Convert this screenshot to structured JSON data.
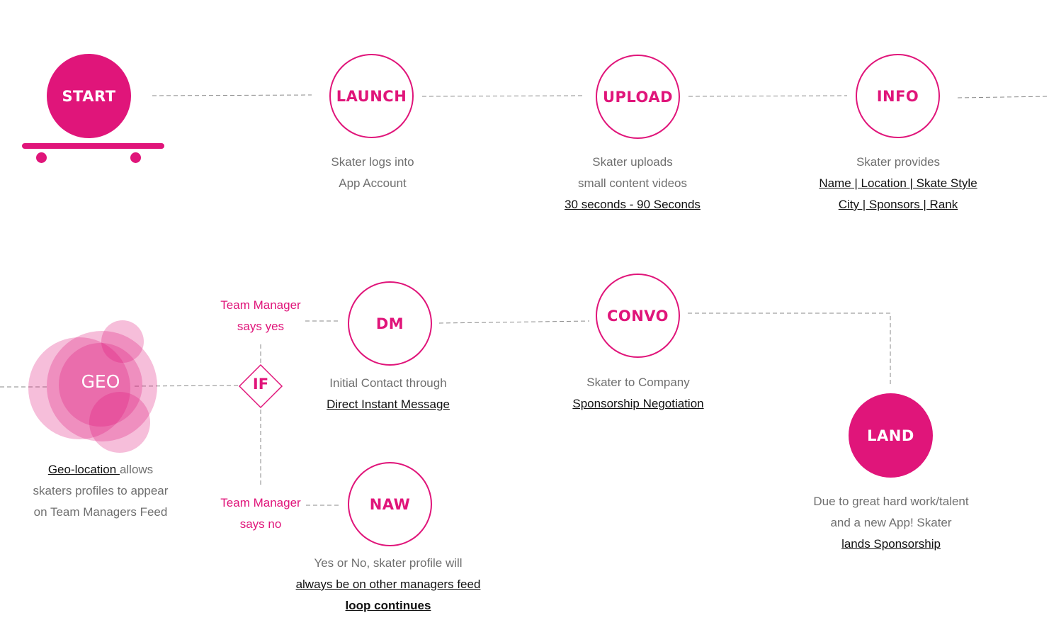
{
  "colors": {
    "accent": "#e0157a",
    "text": "#6f6f6f",
    "link": "#111111",
    "geo_pink_light": "#f6bad7",
    "geo_pink_mid": "#eb80b5"
  },
  "nodes": {
    "start": "START",
    "launch": "LAUNCH",
    "upload": "UPLOAD",
    "info": "INFO",
    "geo": "GEO",
    "if": "IF",
    "dm": "DM",
    "convo": "CONVO",
    "naw": "NAW",
    "land": "LAND"
  },
  "descriptions": {
    "launch": {
      "line1": "Skater logs into",
      "line2": "App Account"
    },
    "upload": {
      "line1": "Skater uploads",
      "line2": "small content videos",
      "link": "30 seconds - 90 Seconds"
    },
    "info": {
      "line1": "Skater provides",
      "link1": "Name | Location | Skate Style",
      "link2": "City | Sponsors | Rank"
    },
    "geo": {
      "link": "Geo-location ",
      "line1_rest": "allows",
      "line2": "skaters profiles to appear",
      "line3": "on Team Managers Feed"
    },
    "dm": {
      "line1": "Initial Contact through",
      "link": "Direct Instant Message"
    },
    "convo": {
      "line1": "Skater to Company",
      "link": "Sponsorship Negotiation"
    },
    "naw": {
      "line1": "Yes or No, skater profile will",
      "link": "always be on other managers feed",
      "link_bold": "loop continues"
    },
    "land": {
      "line1": "Due to great hard work/talent",
      "line2": "and a new App! Skater",
      "link": "lands Sponsorship"
    }
  },
  "branches": {
    "yes": {
      "line1": "Team Manager",
      "line2": "says yes"
    },
    "no": {
      "line1": "Team Manager",
      "line2": "says no"
    }
  }
}
